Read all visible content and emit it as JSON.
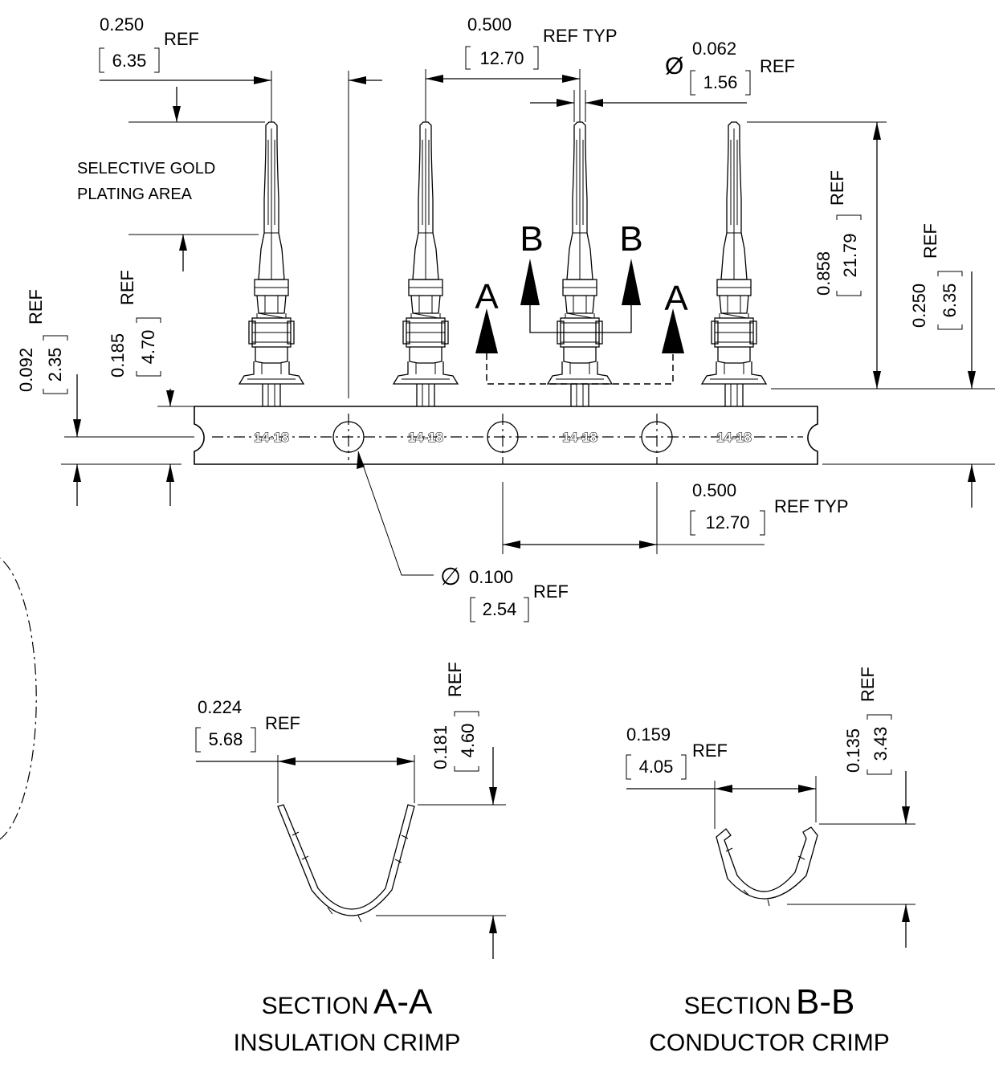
{
  "dimensions": {
    "top_left_length": {
      "in": "0.250",
      "mm": "6.35",
      "note": "REF"
    },
    "pitch_top": {
      "in": "0.500",
      "mm": "12.70",
      "note": "REF TYP"
    },
    "pin_diameter": {
      "symbol": "Ø",
      "in": "0.062",
      "mm": "1.56",
      "note": "REF"
    },
    "total_height": {
      "in": "0.858",
      "mm": "21.79",
      "note": "REF"
    },
    "right_height": {
      "in": "0.250",
      "mm": "6.35",
      "note": "REF"
    },
    "left_small": {
      "in": "0.185",
      "mm": "4.70",
      "note": "REF"
    },
    "strip_height": {
      "in": "0.092",
      "mm": "2.35",
      "note": "REF"
    },
    "pitch_bottom": {
      "in": "0.500",
      "mm": "12.70",
      "note": "REF TYP"
    },
    "hole_diameter": {
      "symbol": "∅",
      "in": "0.100",
      "mm": "2.54",
      "note": "REF"
    },
    "aa_width": {
      "in": "0.224",
      "mm": "5.68",
      "note": "REF"
    },
    "aa_height": {
      "in": "0.181",
      "mm": "4.60",
      "note": "REF"
    },
    "bb_width": {
      "in": "0.159",
      "mm": "4.05",
      "note": "REF"
    },
    "bb_height": {
      "in": "0.135",
      "mm": "3.43",
      "note": "REF"
    }
  },
  "plating_note": {
    "line1": "SELECTIVE GOLD",
    "line2": "PLATING AREA"
  },
  "strip_labels": [
    "14-18",
    "14-18",
    "14-18",
    "14-18"
  ],
  "section_markers": {
    "a": "A",
    "b": "B"
  },
  "sections": {
    "aa": {
      "prefix": "SECTION",
      "id": "A-A",
      "caption": "INSULATION CRIMP"
    },
    "bb": {
      "prefix": "SECTION",
      "id": "B-B",
      "caption": "CONDUCTOR CRIMP"
    }
  }
}
